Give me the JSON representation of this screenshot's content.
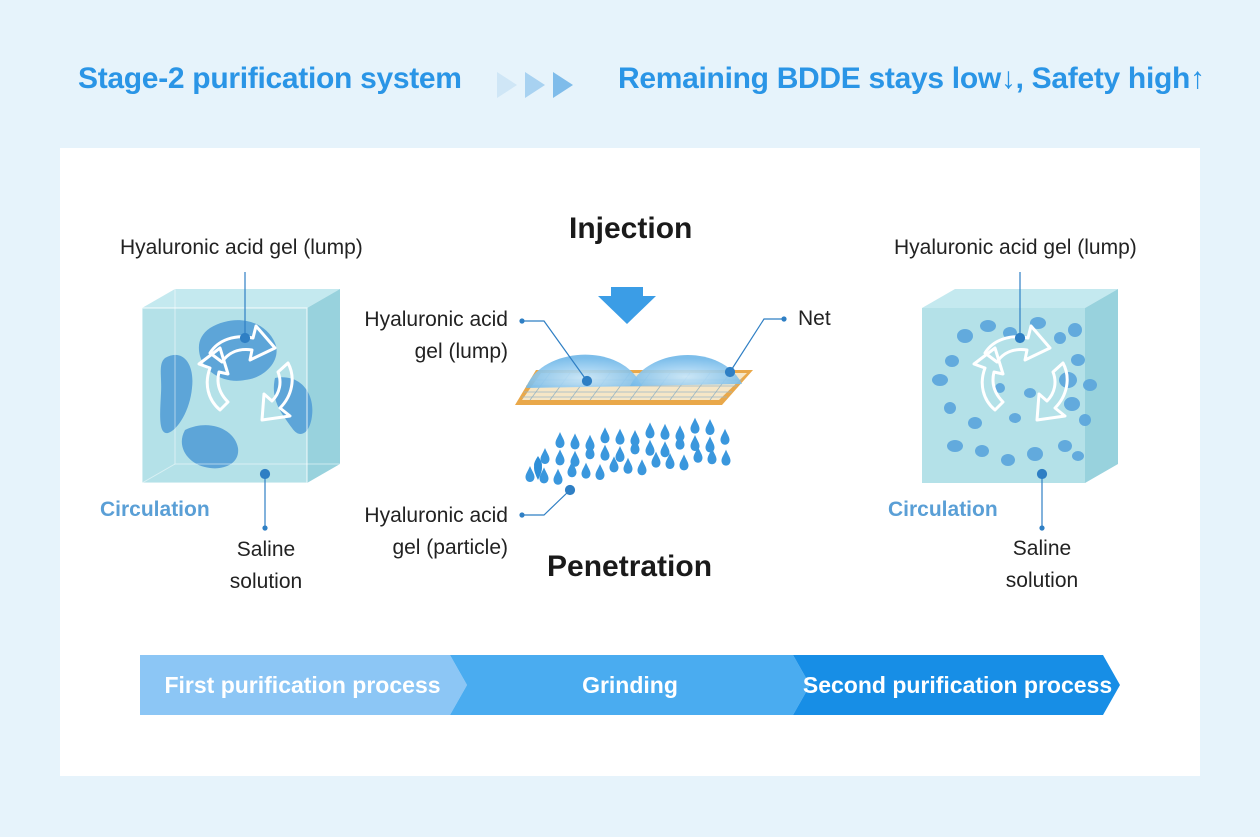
{
  "header": {
    "left": "Stage-2 purification system",
    "right": "Remaining BDDE stays low↓, Safety high↑"
  },
  "left_box": {
    "top_label": "Hyaluronic acid gel (lump)",
    "circulation": "Circulation",
    "bottom_label_line1": "Saline",
    "bottom_label_line2": "solution"
  },
  "middle": {
    "injection": "Injection",
    "gel_lump_line1": "Hyaluronic acid",
    "gel_lump_line2": "gel (lump)",
    "net": "Net",
    "gel_particle_line1": "Hyaluronic acid",
    "gel_particle_line2": "gel (particle)",
    "penetration": "Penetration"
  },
  "right_box": {
    "top_label": "Hyaluronic acid gel (lump)",
    "circulation": "Circulation",
    "bottom_label_line1": "Saline",
    "bottom_label_line2": "solution"
  },
  "steps": [
    {
      "label": "First purification process",
      "color": "#8cc6f5"
    },
    {
      "label": "Grinding",
      "color": "#4aacf0"
    },
    {
      "label": "Second purification process",
      "color": "#178ee6"
    }
  ],
  "colors": {
    "header": "#2a95e6",
    "box": "#a9dde6",
    "gel": "#4f9bd6",
    "net": "#e9a84a",
    "leader": "#2f7fc4"
  }
}
